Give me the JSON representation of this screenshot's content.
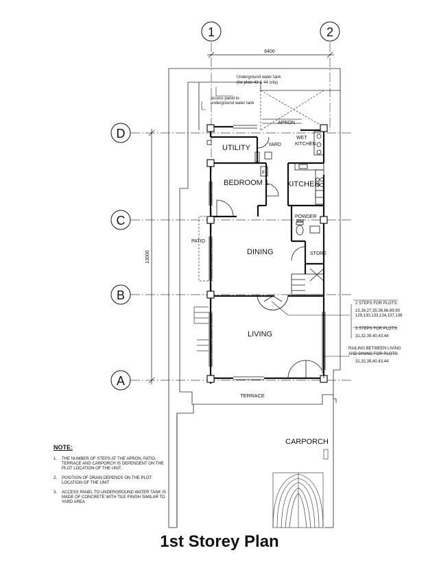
{
  "grid": {
    "columns": [
      "1",
      "2"
    ],
    "rows": [
      "D",
      "C",
      "B",
      "A"
    ]
  },
  "dimensions": {
    "width": "6400",
    "depth": "13000"
  },
  "rooms": {
    "utility": "UTILITY",
    "apron": "APRON",
    "yard": "YARD",
    "wet_kitchen_line1": "WET",
    "wet_kitchen_line2": "KITCHEN",
    "bedroom": "BEDROOM 1",
    "kitchen": "KITCHEN",
    "powder_line1": "POWDER",
    "powder_line2": "RM",
    "dining": "DINING",
    "store": "STORE",
    "patio": "PATIO",
    "living": "LIVING",
    "terrace": "TERRACE",
    "carporch": "CARPORCH",
    "fridge": "F"
  },
  "annotations": {
    "tank_line1": "Underground water tank",
    "tank_line2": "(for plots 43 & 44 only)",
    "access_line1": "access panel to",
    "access_line2": "underground water tank",
    "steps2_title": "2 STEPS FOR PLOTS:",
    "steps2_line1": "15,16,27,35,36,66,89,90",
    "steps2_line2": "129,130,133,134,137,138",
    "steps3_title": "3 STEPS FOR PLOTS:",
    "steps3_line1": "31,32,39,40,43,44",
    "railing_line1": "RAILING BETWEEN LIVING",
    "railing_line2": "AND DINING FOR PLOTS:",
    "railing_line3": "31,32,39,40,43,44"
  },
  "notes": {
    "title": "NOTE:",
    "items": [
      {
        "num": "1.",
        "text": "THE NUMBER OF STEPS AT THE APRON, PATIO, TERRACE AND CARPORCH IS DEPENDENT ON THE PLOT LOCATION OF THE UNIT."
      },
      {
        "num": "2.",
        "text": "POSITION OF DRAIN DEPENDS ON THE PLOT LOCATION OF THE UNIT"
      },
      {
        "num": "3.",
        "text": "ACCESS PANEL TO UNDERGROUND WATER TANK IS MADE OF CONCRETE WITH TILE FINISH SIMILAR TO YARD AREA"
      }
    ]
  },
  "title": "1st Storey Plan"
}
